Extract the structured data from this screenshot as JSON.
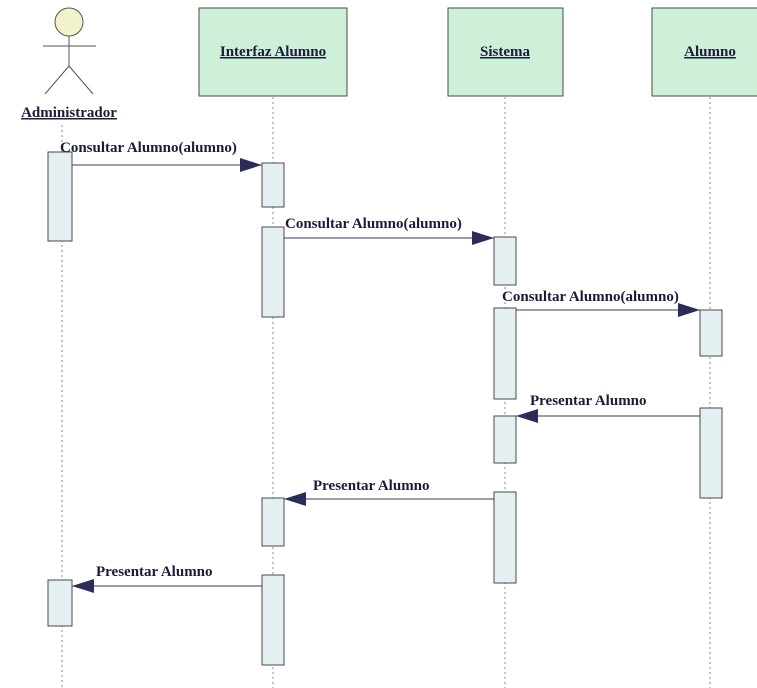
{
  "actor": {
    "name": "Administrador"
  },
  "objects": [
    {
      "name": "Interfaz Alumno"
    },
    {
      "name": "Sistema"
    },
    {
      "name": "Alumno"
    }
  ],
  "messages": [
    {
      "label": "Consultar Alumno(alumno)"
    },
    {
      "label": "Consultar Alumno(alumno)"
    },
    {
      "label": "Consultar Alumno(alumno)"
    },
    {
      "label": "Presentar Alumno"
    },
    {
      "label": "Presentar Alumno"
    },
    {
      "label": "Presentar Alumno"
    }
  ],
  "colors": {
    "object_fill": "#cff0d8",
    "activation_fill": "#e4eff2",
    "actor_head_fill": "#f4f4cc",
    "arrow_head": "#2c2c5a"
  }
}
